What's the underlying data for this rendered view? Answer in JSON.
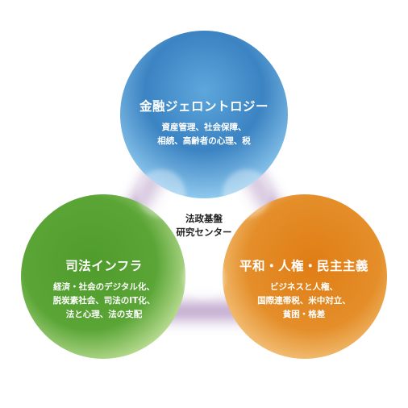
{
  "center": {
    "line1": "法政基盤",
    "line2": "研究センター"
  },
  "circles": [
    {
      "id": "finance",
      "title": "金融ジェロントロジー",
      "desc_lines": [
        "資産管理、社会保障、",
        "相続、高齢者の心理、税"
      ],
      "color": "#3f86c4"
    },
    {
      "id": "justice",
      "title": "司法インフラ",
      "desc_lines": [
        "経済・社会のデジタル化、",
        "脱炭素社会、司法のIT化、",
        "法と心理、法の支配"
      ],
      "color": "#4e9a2e"
    },
    {
      "id": "peace",
      "title": "平和・人権・民主主義",
      "desc_lines": [
        "ビジネスと人権、",
        "国際連帯税、米中対立、",
        "貧困・格差"
      ],
      "color": "#e0861c"
    }
  ],
  "colors": {
    "connector": "#7b4a97",
    "background": "#ffffff"
  }
}
